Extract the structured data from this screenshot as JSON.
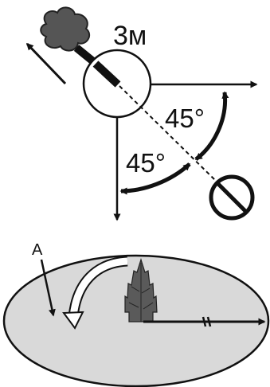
{
  "top_diagram": {
    "distance_label": "3м",
    "angle_upper_label": "45°",
    "angle_lower_label": "45°"
  },
  "bottom_diagram": {
    "point_label": "A"
  },
  "colors": {
    "ink": "#111111",
    "smoke": "#555555",
    "ellipse_fill": "#d9d9d9",
    "tree": "#5a5a5a"
  },
  "icons": {
    "smoke_cloud": "smoke-cloud-icon",
    "prohibition_sign": "no-entry-sign-icon",
    "tree": "conifer-tree-icon"
  }
}
